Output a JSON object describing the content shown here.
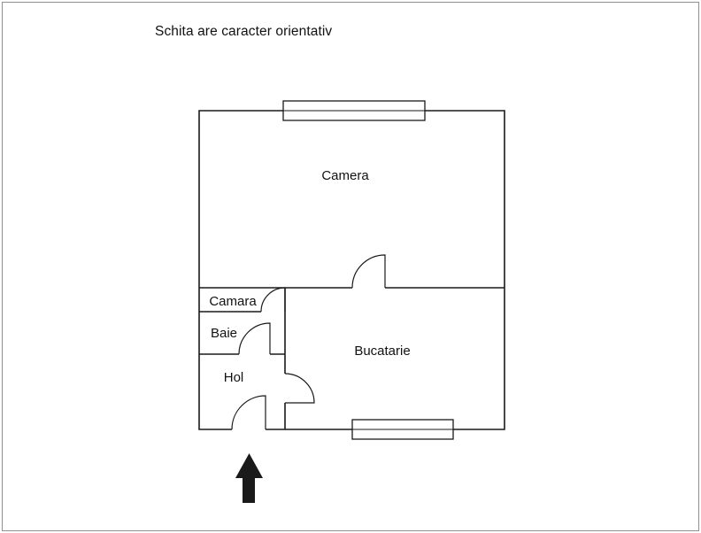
{
  "page": {
    "title": "Schita are caracter orientativ",
    "background": "#ffffff",
    "border_color": "#8f8f8f"
  },
  "floorplan": {
    "wall_color": "#1a1a1a",
    "label_color": "#111111",
    "rooms": [
      {
        "name": "Camera"
      },
      {
        "name": "Camara"
      },
      {
        "name": "Baie"
      },
      {
        "name": "Hol"
      },
      {
        "name": "Bucatarie"
      }
    ],
    "icons": [
      {
        "name": "entrance-arrow-icon",
        "glyph": "⬆",
        "meaning": "entrance direction"
      }
    ]
  }
}
